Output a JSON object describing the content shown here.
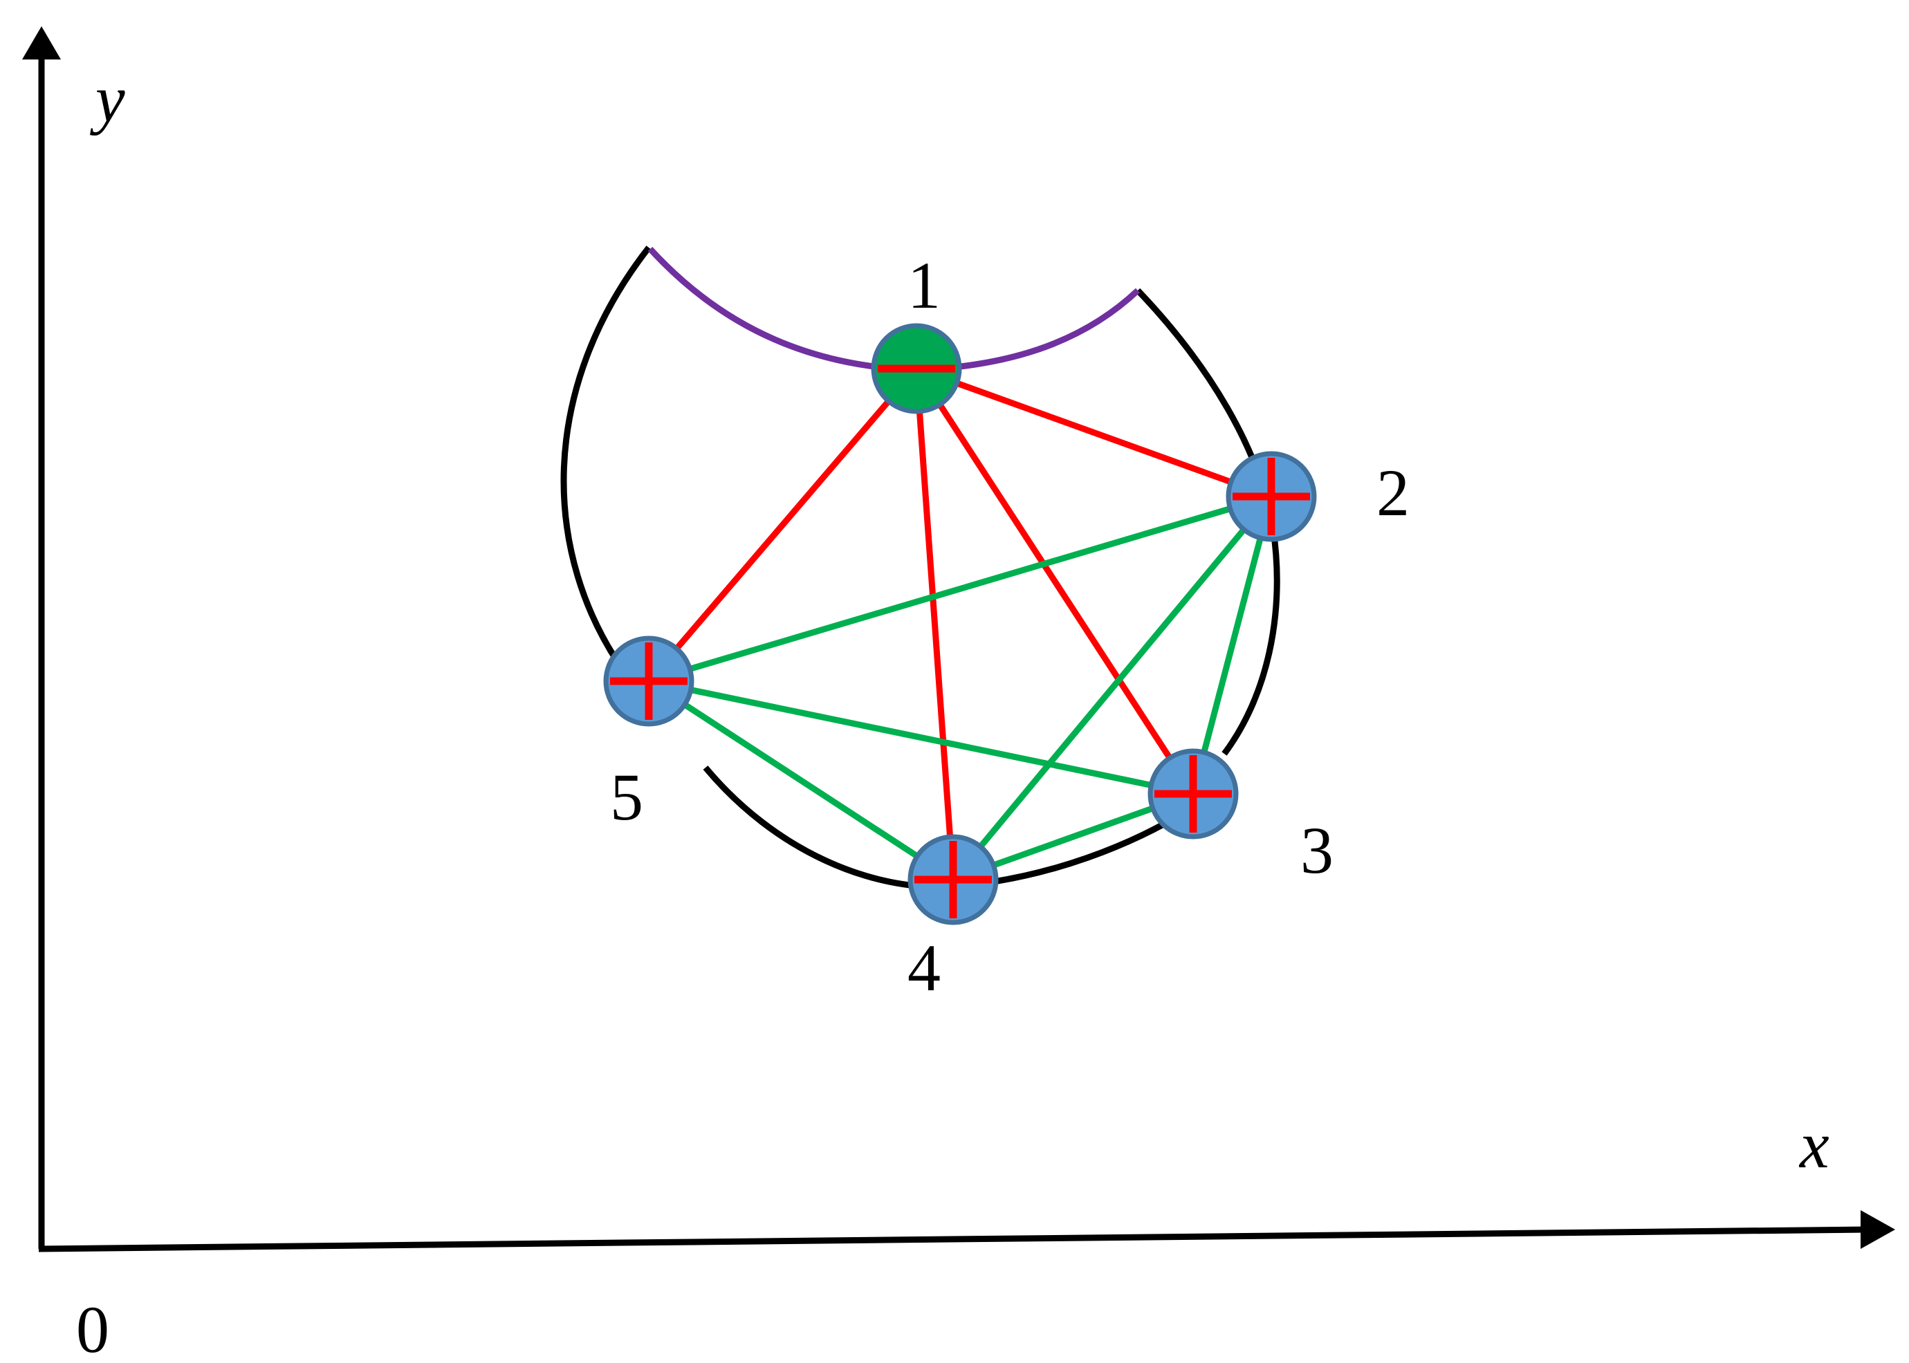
{
  "axes": {
    "x_label": "x",
    "y_label": "y",
    "origin_label": "0"
  },
  "nodes": [
    {
      "id": "1",
      "label": "1",
      "charge": "negative",
      "fill": "#00a651"
    },
    {
      "id": "2",
      "label": "2",
      "charge": "positive",
      "fill": "#5b9bd5"
    },
    {
      "id": "3",
      "label": "3",
      "charge": "positive",
      "fill": "#5b9bd5"
    },
    {
      "id": "4",
      "label": "4",
      "charge": "positive",
      "fill": "#5b9bd5"
    },
    {
      "id": "5",
      "label": "5",
      "charge": "positive",
      "fill": "#5b9bd5"
    }
  ],
  "edges": [
    {
      "from": "1",
      "to": "2",
      "type": "attraction",
      "color": "#ff0000"
    },
    {
      "from": "1",
      "to": "3",
      "type": "attraction",
      "color": "#ff0000"
    },
    {
      "from": "1",
      "to": "4",
      "type": "attraction",
      "color": "#ff0000"
    },
    {
      "from": "1",
      "to": "5",
      "type": "attraction",
      "color": "#ff0000"
    },
    {
      "from": "2",
      "to": "5",
      "type": "repulsion",
      "color": "#00b050"
    },
    {
      "from": "2",
      "to": "4",
      "type": "repulsion",
      "color": "#00b050"
    },
    {
      "from": "2",
      "to": "3",
      "type": "repulsion",
      "color": "#00b050"
    },
    {
      "from": "5",
      "to": "3",
      "type": "repulsion",
      "color": "#00b050"
    },
    {
      "from": "5",
      "to": "4",
      "type": "repulsion",
      "color": "#00b050"
    },
    {
      "from": "4",
      "to": "3",
      "type": "repulsion",
      "color": "#00b050"
    }
  ],
  "colors": {
    "boundary": "#000000",
    "top_arc": "#7030a0",
    "node_stroke": "#41719c",
    "charge_sign": "#ff0000",
    "axis": "#000000"
  }
}
